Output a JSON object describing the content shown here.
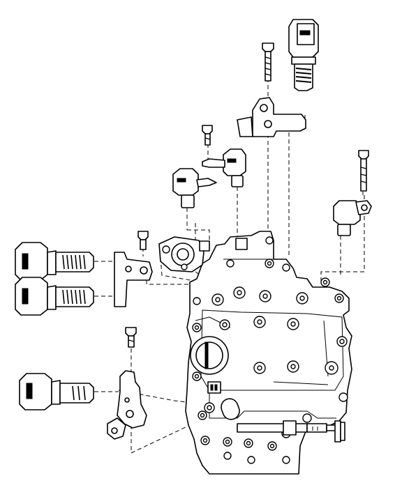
{
  "diagram": {
    "title": "",
    "colors": {
      "line": "#000000",
      "background": "#ffffff"
    },
    "components": [
      "valve-body",
      "solenoid-top-right",
      "solenoid-upper-left",
      "solenoid-lower-left",
      "solenoid-bottom-left",
      "solenoid-middle-a",
      "solenoid-middle-b",
      "solenoid-right",
      "mounting-bracket-top",
      "mounting-bracket-left",
      "mounting-bracket-lower",
      "bolt"
    ]
  }
}
